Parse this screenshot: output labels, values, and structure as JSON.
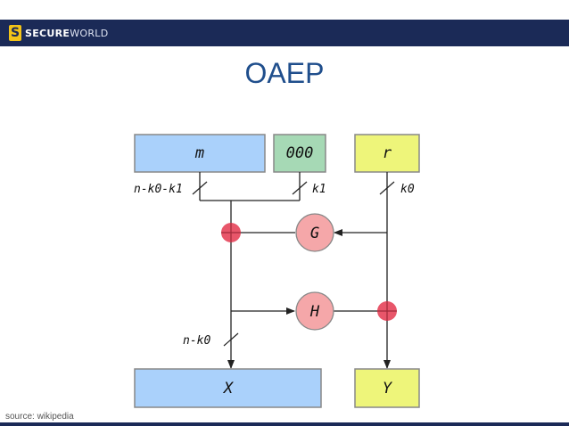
{
  "header": {
    "logo_mark": "S",
    "brand_bold": "SECURE",
    "brand_light": "WORLD"
  },
  "slide": {
    "title": "OAEP",
    "source": "source: wikipedia"
  },
  "diagram": {
    "blocks": {
      "m": "m",
      "zeros": "000",
      "r": "r",
      "X": "X",
      "Y": "Y"
    },
    "functions": {
      "G": "G",
      "H": "H"
    },
    "labels": {
      "left_width": "n-k0-k1",
      "k1": "k1",
      "k0": "k0",
      "n_k0": "n-k0"
    }
  },
  "colors": {
    "header_bg": "#1b2a57",
    "title": "#1f4e8c",
    "block_blue": "#aad1fb",
    "block_green": "#a6d9b5",
    "block_yellow": "#eef57a",
    "circle_pink": "#f5a7a9",
    "xor_red": "#e8566a"
  }
}
